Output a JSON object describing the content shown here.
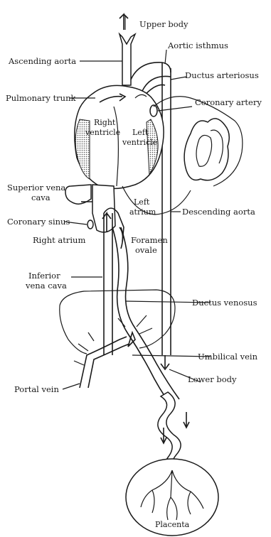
{
  "labels": {
    "upper_body": "Upper body",
    "aortic_isthmus": "Aortic isthmus",
    "ascending_aorta": "Ascending aorta",
    "ductus_arteriosus": "Ductus arteriosus",
    "coronary_artery": "Coronary artery",
    "pulmonary_trunk": "Pulmonary trunk",
    "right_ventricle_1": "Right",
    "right_ventricle_2": "ventricle",
    "left_ventricle_1": "Left",
    "left_ventricle_2": "ventricle",
    "superior_vena_cava_1": "Superior vena",
    "superior_vena_cava_2": "cava",
    "left_atrium_1": "Left",
    "left_atrium_2": "atrium",
    "coronary_sinus": "Coronary sinus",
    "right_atrium": "Right atrium",
    "descending_aorta": "Descending aorta",
    "foramen_ovale_1": "Foramen",
    "foramen_ovale_2": "ovale",
    "inferior_vena_cava_1": "Inferior",
    "inferior_vena_cava_2": "vena cava",
    "ductus_venosus": "Ductus venosus",
    "umbilical_vein": "Umbilical vein",
    "lower_body": "Lower body",
    "portal_vein": "Portal vein",
    "placenta": "Placenta"
  }
}
